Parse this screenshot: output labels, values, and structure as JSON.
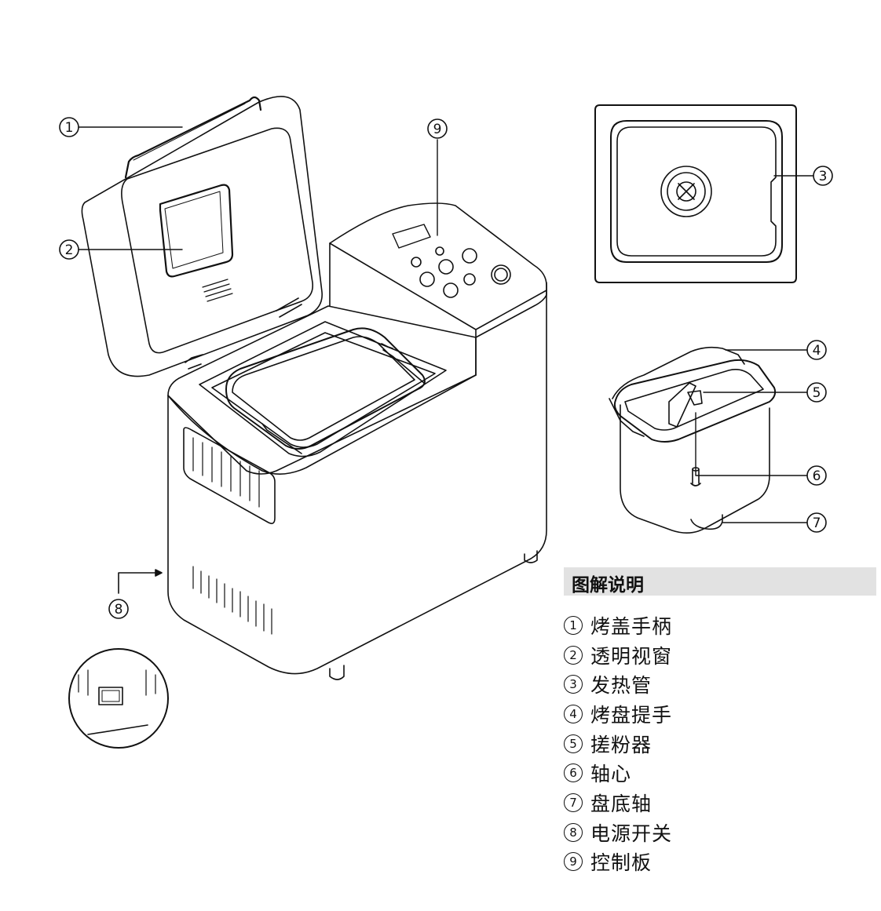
{
  "legend": {
    "title": "图解说明",
    "items": [
      {
        "num": "1",
        "label": "烤盖手柄"
      },
      {
        "num": "2",
        "label": "透明视窗"
      },
      {
        "num": "3",
        "label": "发热管"
      },
      {
        "num": "4",
        "label": "烤盘提手"
      },
      {
        "num": "5",
        "label": "搓粉器"
      },
      {
        "num": "6",
        "label": "轴心"
      },
      {
        "num": "7",
        "label": "盘底轴"
      },
      {
        "num": "8",
        "label": "电源开关"
      },
      {
        "num": "9",
        "label": "控制板"
      }
    ]
  },
  "callouts": {
    "c1": "1",
    "c2": "2",
    "c3": "3",
    "c4": "4",
    "c5": "5",
    "c6": "6",
    "c7": "7",
    "c8": "8",
    "c9": "9"
  },
  "colors": {
    "line": "#111111",
    "legend_header_bg": "#e2e2e2",
    "background": "#ffffff"
  }
}
